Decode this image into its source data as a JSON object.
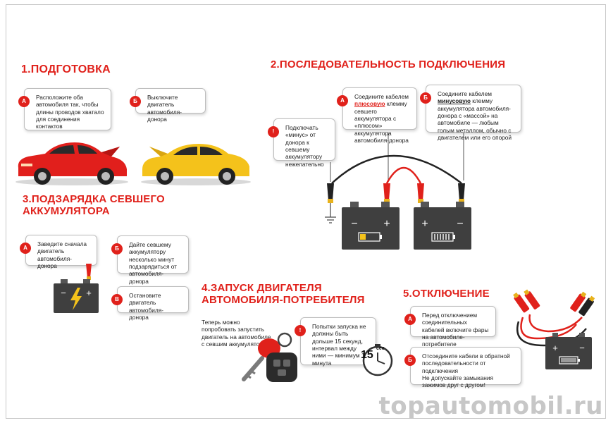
{
  "sections": {
    "s1": {
      "title": "1.ПОДГОТОВКА"
    },
    "s2": {
      "title": "2.ПОСЛЕДОВАТЕЛЬНОСТЬ ПОДКЛЮЧЕНИЯ"
    },
    "s3": {
      "title_line1": "3.ПОДЗАРЯДКА СЕВШЕГО",
      "title_line2": "АККУМУЛЯТОРА"
    },
    "s4": {
      "title_line1": "4.ЗАПУСК ДВИГАТЕЛЯ",
      "title_line2": "АВТОМОБИЛЯ-ПОТРЕБИТЕЛЯ"
    },
    "s5": {
      "title": "5.ОТКЛЮЧЕНИЕ"
    }
  },
  "badges": {
    "a": "А",
    "b": "Б",
    "v": "В",
    "info": "!"
  },
  "cards": {
    "s1_a": "Расположите оба автомобиля так, чтобы длины проводов хватало для соединения контактов",
    "s1_b": "Выключите двигатель автомобиля-донора",
    "s2_info": "Подключать «минус» от донора к севшему аккумулятору нежелательно",
    "s2_a_pre": "Соедините кабелем ",
    "s2_a_hl": "плюсовую",
    "s2_a_post": " клемму севшего аккумулятора с «плюсом» аккумулятора автомобиля-донора",
    "s2_b_pre": "Соедините кабелем ",
    "s2_b_hl": "минусовую",
    "s2_b_post": " клемму аккумулятора автомобиля-донора с «массой» на автомобиле — любым голым металлом, обычно с двигателем или его опорой",
    "s3_a": "Заведите сначала двигатель автомобиля-донора",
    "s3_b": "Дайте севшему аккумулятору несколько минут подзарядиться от автомобиля-донора",
    "s3_v": "Остановите двигатель автомобиля-донора",
    "s4_text": "Теперь можно попробовать запустить двигатель на автомобиле с севшим аккумулятором",
    "s4_info": "Попытки запуска не должны быть дольше 15 секунд, интервал между ними — минимум 1 минута",
    "s5_a": "Перед отключением соединительных кабелей включите фары на автомобиле-потребителе",
    "s5_b_1": "Отсоедините кабели в обратной последовательности от подключения",
    "s5_b_2": "Не допускайте замыкания зажимов друг с другом!"
  },
  "timer": {
    "value": "15",
    "unit": "сек"
  },
  "battery": {
    "plus": "+",
    "minus": "−"
  },
  "watermark": "topautomobil.ru",
  "colors": {
    "accent": "#e0211b",
    "red_car": "#e11f1c",
    "yellow_car": "#f4c21b",
    "battery": "#3f3f3f"
  }
}
